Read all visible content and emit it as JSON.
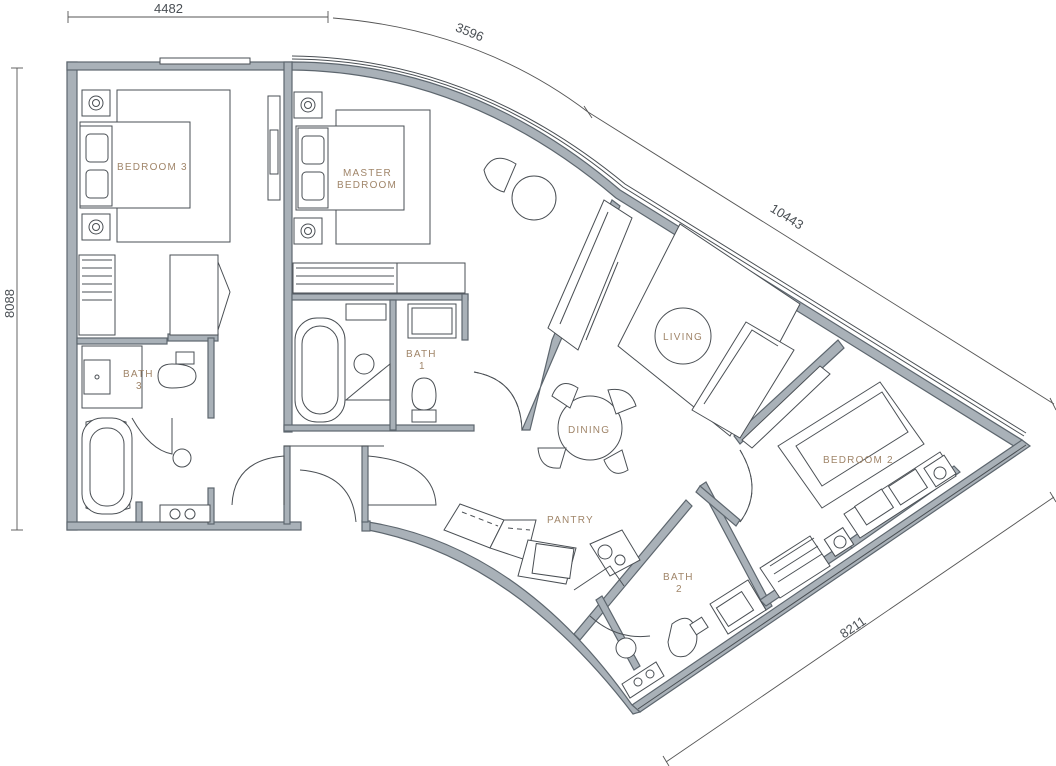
{
  "rooms": {
    "bedroom3": "BEDROOM 3",
    "master_line1": "MASTER",
    "master_line2": "BEDROOM",
    "bath3_line1": "BATH",
    "bath3_line2": "3",
    "bath1_line1": "BATH",
    "bath1_line2": "1",
    "living": "LIVING",
    "dining": "DINING",
    "pantry": "PANTRY",
    "bedroom2": "BEDROOM 2",
    "bath2_line1": "BATH",
    "bath2_line2": "2"
  },
  "dimensions": {
    "top_left": "4482",
    "top_arc": "3596",
    "top_right": "10443",
    "left": "8088",
    "bottom_right": "8211"
  },
  "colors": {
    "wall_fill": "#a9b1b8",
    "line": "#4a4f54",
    "label": "#a08569"
  }
}
